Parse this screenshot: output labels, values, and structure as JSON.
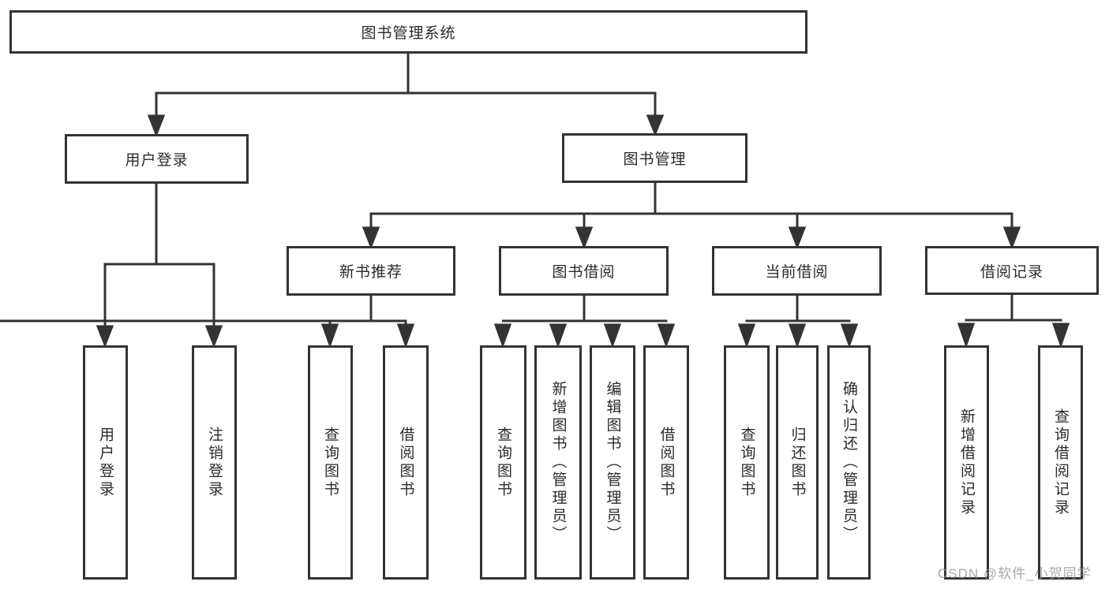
{
  "diagram": {
    "root": {
      "label": "图书管理系统"
    },
    "level2": [
      "用户登录",
      "图书管理"
    ],
    "level3": [
      "新书推荐",
      "图书借阅",
      "当前借阅",
      "借阅记录"
    ],
    "leaves": {
      "user_login": [
        "用户登录",
        "注销登录"
      ],
      "new_book_recommend": [
        "查询图书",
        "借阅图书"
      ],
      "book_borrowing": [
        "查询图书",
        "新增图书（管理员）",
        "编辑图书（管理员）",
        "借阅图书"
      ],
      "current_borrowing": [
        "查询图书",
        "归还图书",
        "确认归还（管理员）"
      ],
      "borrowing_records": [
        "新增借阅记录",
        "查询借阅记录"
      ]
    },
    "watermark": "CSDN @软件_小贺同学",
    "colors": {
      "line": "#333333",
      "box_border": "#333333",
      "text": "#2b2b2b",
      "watermark": "#949494"
    }
  }
}
